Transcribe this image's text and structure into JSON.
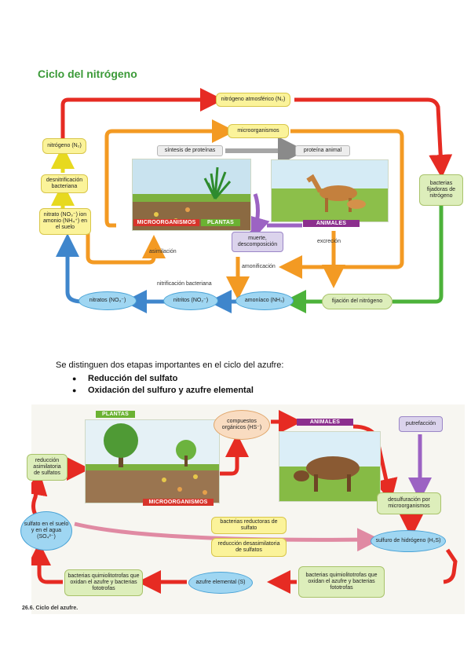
{
  "nitrogen": {
    "title": "Ciclo del nitrógeno",
    "nodes": {
      "atmospheric": "nitrógeno atmosférico (N₂)",
      "microorganisms": "microorganismos",
      "nitrogen_n2": "nitrógeno (N₂)",
      "denitrification": "desnitrificación bacteriana",
      "nitrate_ammonium": "nitrato (NO₃⁻) ion amonio (NH₄⁺) en el suelo",
      "protein_synthesis": "síntesis de proteínas",
      "animal_protein": "proteína animal",
      "fixing_bacteria": "bacterias fijadoras de nitrógeno",
      "death": "muerte, descomposición",
      "nitrates": "nitratos (NO₃⁻)",
      "nitrites": "nitritos (NO₂⁻)",
      "ammonia": "amoníaco (NH₃)",
      "fixation": "fijación del nitrógeno"
    },
    "tags": {
      "microorganisms": "MICROORGANISMOS",
      "plants": "PLANTAS",
      "animals": "ANIMALES"
    },
    "labels": {
      "assimilation": "asimilación",
      "excretion": "excreción",
      "ammonification": "amonificación",
      "nitrification": "nitrificación bacteriana"
    }
  },
  "sulfur_intro": {
    "text": "Se distinguen dos etapas importantes en el ciclo del azufre:",
    "bullets": [
      "Reducción del sulfato",
      "Oxidación del sulfuro y azufre elemental"
    ]
  },
  "sulfur": {
    "tags": {
      "plants": "PLANTAS",
      "microorganisms": "MICROORGANISMOS",
      "animals": "ANIMALES"
    },
    "nodes": {
      "assimilatory": "reducción asimilatoria de sulfatos",
      "organic": "compuestos orgánicos (HS⁻)",
      "putrefaction": "putrefacción",
      "desulfurization": "desulfuración por microorganismos",
      "sulfate": "sulfato en el suelo y en el agua (SO₄²⁻)",
      "reducing_bacteria": "bacterias reductoras de sulfato",
      "dissimilatory": "reducción desasimilatoria de sulfatos",
      "h2s": "sulfuro de hidrógeno (H₂S)",
      "chemo_left": "bacterias quimiolitotrofas que oxidan el azufre y bacterias fototrofas",
      "elemental": "azufre elemental (S)",
      "chemo_right": "bacterias quimiolitotrofas que oxidan el azufre y bacterias fototrofas"
    },
    "caption": "26.6. Ciclo del azufre."
  },
  "colors": {
    "red": "#e62b23",
    "orange": "#f39a23",
    "green": "#4cb23a",
    "blue": "#3f86cc",
    "purple": "#9c63c3",
    "yellow": "#f6ea2c",
    "tag_red": "#d7342b",
    "tag_green": "#6bb232",
    "tag_purple": "#8c2f8e"
  }
}
